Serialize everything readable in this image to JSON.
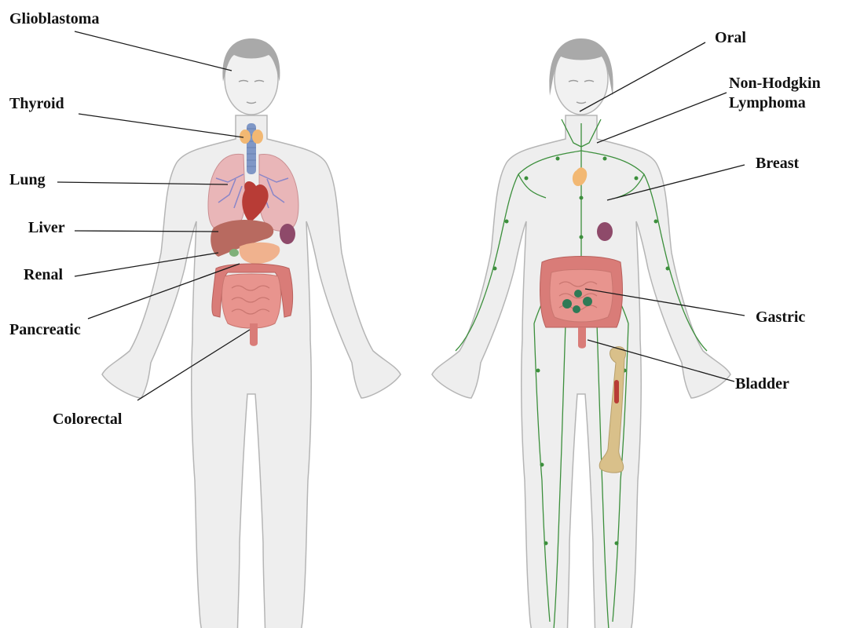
{
  "labels": {
    "glioblastoma": "Glioblastoma",
    "thyroid": "Thyroid",
    "lung": "Lung",
    "liver": "Liver",
    "renal": "Renal",
    "pancreatic": "Pancreatic",
    "colorectal": "Colorectal",
    "oral": "Oral",
    "non_hodgkin_line1": "Non-Hodgkin",
    "non_hodgkin_line2": "Lymphoma",
    "breast": "Breast",
    "gastric": "Gastric",
    "bladder": "Bladder"
  },
  "colors": {
    "body_fill": "#eeeeee",
    "body_stroke": "#b5b5b5",
    "hair": "#a9a9a9",
    "lung": "#e9b6b8",
    "lung_vessels": "#8a86c8",
    "trachea": "#7f97c6",
    "thyroid": "#f2b873",
    "heart": "#b83c36",
    "liver": "#b86a60",
    "kidney": "#8e4a6a",
    "pancreas": "#f0b28e",
    "intestine": "#e8948e",
    "colon": "#d97c78",
    "lymph": "#3c8f3c",
    "tumor": "#2f7a56",
    "bone": "#d9c08a",
    "leader_line": "#1a1a1a"
  }
}
